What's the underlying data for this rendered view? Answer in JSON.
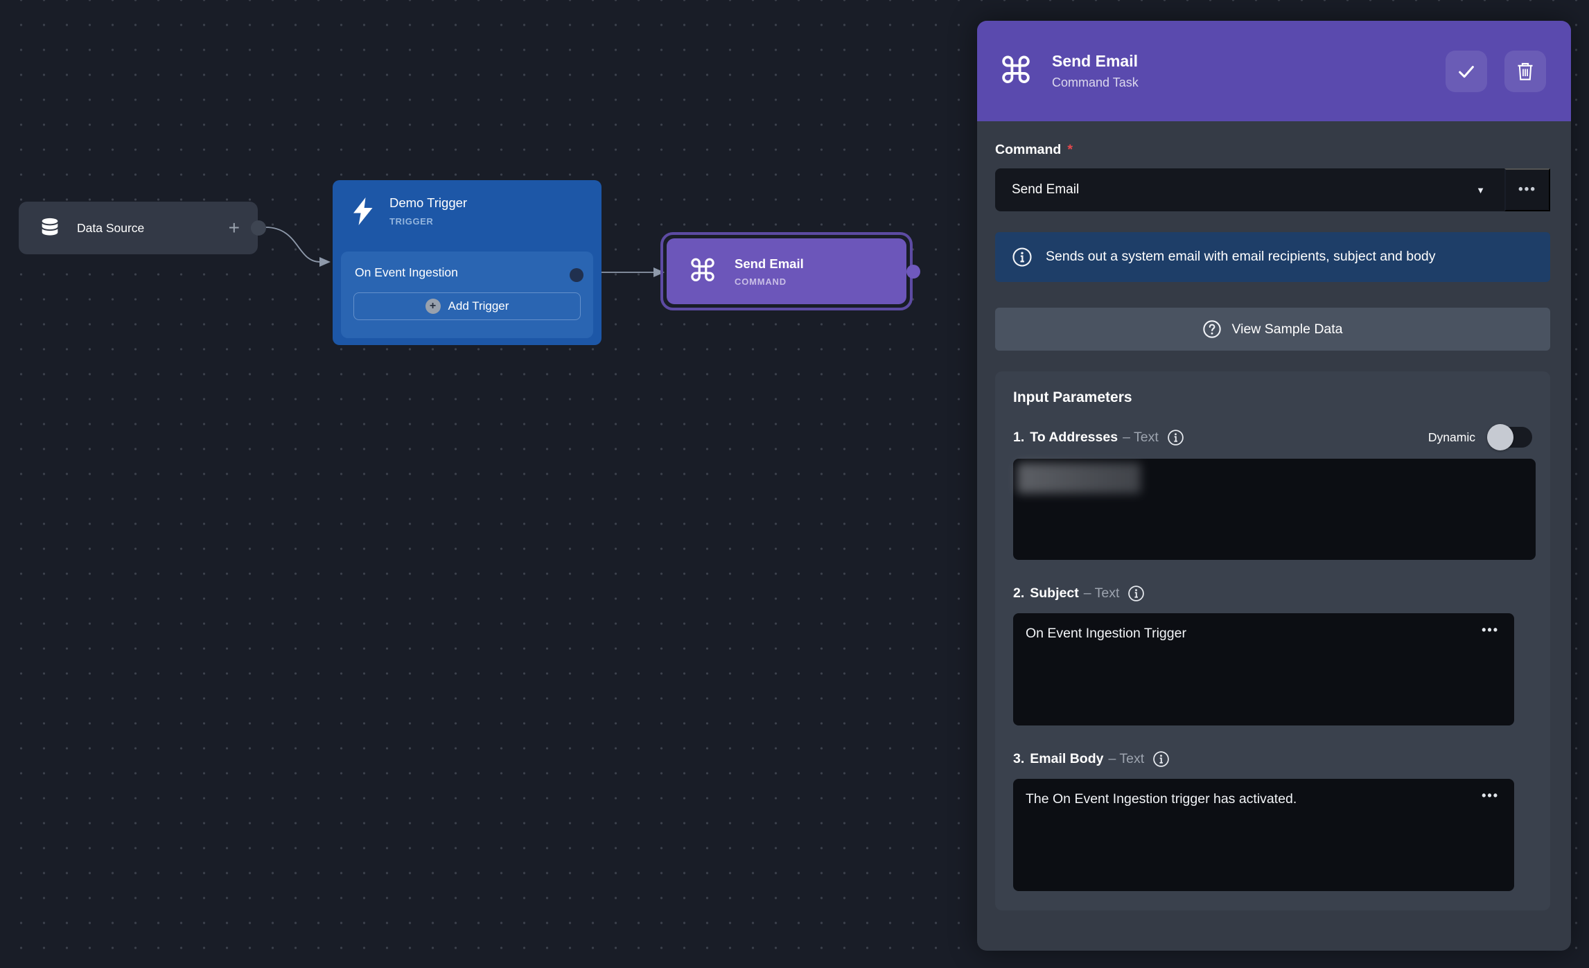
{
  "icons": {
    "command_glyph": "⌘",
    "dropdown_caret": "▼",
    "more_options": "•••",
    "plus": "+"
  },
  "canvas": {
    "data_source": {
      "label": "Data Source"
    },
    "demo_trigger": {
      "title": "Demo Trigger",
      "type_label": "TRIGGER",
      "trigger_item": "On Event Ingestion",
      "add_trigger_label": "Add Trigger"
    },
    "send_email_node": {
      "title": "Send Email",
      "type_label": "COMMAND"
    }
  },
  "panel": {
    "header": {
      "title": "Send Email",
      "subtitle": "Command Task"
    },
    "command_field": {
      "label": "Command",
      "required_mark": "*",
      "value": "Send Email"
    },
    "description": "Sends out a system email with email recipients, subject and body",
    "sample_button_label": "View Sample Data",
    "input_parameters": {
      "title": "Input Parameters",
      "dynamic_label": "Dynamic",
      "dynamic_on": false,
      "params": [
        {
          "index": "1.",
          "name": "To Addresses",
          "type": "– Text",
          "redacted": true
        },
        {
          "index": "2.",
          "name": "Subject",
          "type": "– Text",
          "value": "On Event Ingestion Trigger"
        },
        {
          "index": "3.",
          "name": "Email Body",
          "type": "– Text",
          "value": "The On Event Ingestion trigger has activated."
        }
      ]
    }
  },
  "colors": {
    "canvas_bg": "#191D27",
    "panel_bg": "#353B46",
    "header_purple": "#5A4AAE",
    "node_purple": "#6C56BA",
    "node_blue": "#1D57A7",
    "node_blue_inner": "#2A65B2",
    "info_blue": "#1E3E68",
    "sample_button_grey": "#4A5361",
    "field_dark": "#14171E",
    "required_red": "#E5484D"
  }
}
